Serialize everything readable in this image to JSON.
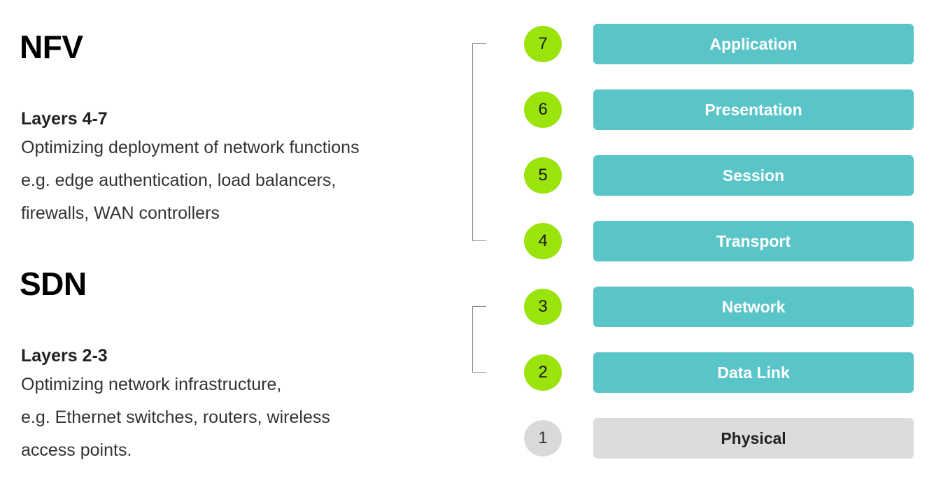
{
  "nfv": {
    "title": "NFV",
    "subtitle": "Layers 4-7",
    "description_lines": [
      "Optimizing deployment of network functions",
      "e.g. edge authentication, load balancers,",
      "firewalls, WAN controllers"
    ]
  },
  "sdn": {
    "title": "SDN",
    "subtitle": "Layers 2-3",
    "description_lines": [
      "Optimizing network infrastructure,",
      "e.g. Ethernet switches, routers, wireless",
      "access points."
    ]
  },
  "layers": [
    {
      "number": "7",
      "name": "Application",
      "active": true
    },
    {
      "number": "6",
      "name": "Presentation",
      "active": true
    },
    {
      "number": "5",
      "name": "Session",
      "active": true
    },
    {
      "number": "4",
      "name": "Transport",
      "active": true
    },
    {
      "number": "3",
      "name": "Network",
      "active": true
    },
    {
      "number": "2",
      "name": "Data Link",
      "active": true
    },
    {
      "number": "1",
      "name": "Physical",
      "active": false
    }
  ],
  "colors": {
    "number_active": "#9be30c",
    "bar_active": "#5ac5c9",
    "inactive": "#dcdcdc"
  }
}
